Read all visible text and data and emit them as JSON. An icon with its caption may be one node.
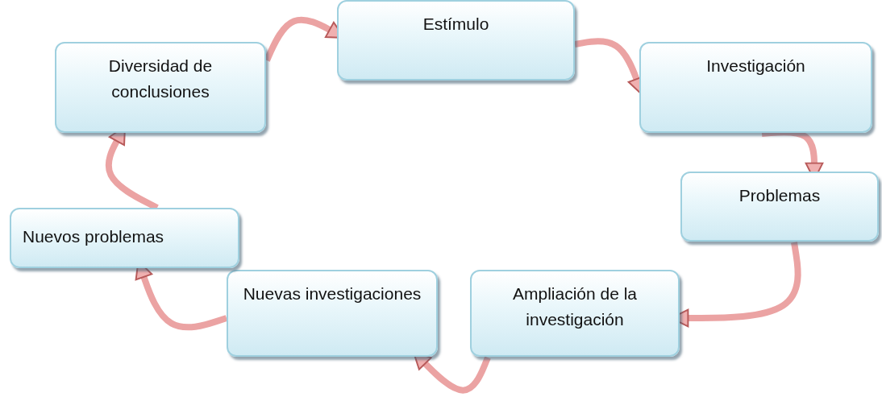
{
  "diagram": {
    "nodes": [
      {
        "text": [
          "Diversidad de conclusiones"
        ]
      },
      {
        "text": [
          "Estímulo"
        ]
      },
      {
        "text": [
          "Investigación"
        ]
      },
      {
        "text": [
          "Problemas"
        ]
      },
      {
        "text": [
          "Ampliación de la investigación"
        ]
      },
      {
        "text": [
          "Nuevas investigaciones"
        ]
      },
      {
        "text": [
          "Nuevos problemas"
        ]
      }
    ],
    "edges": [
      {
        "from": 0,
        "to": 1,
        "arrow": "to"
      },
      {
        "from": 1,
        "to": 2,
        "arrow": "to"
      },
      {
        "from": 2,
        "to": 3,
        "arrow": "to"
      },
      {
        "from": 3,
        "to": 4,
        "arrow": "to"
      },
      {
        "from": 4,
        "to": 5,
        "arrow": "to"
      },
      {
        "from": 5,
        "to": 6,
        "arrow": "to"
      },
      {
        "from": 6,
        "to": 0,
        "arrow": "to"
      }
    ]
  }
}
